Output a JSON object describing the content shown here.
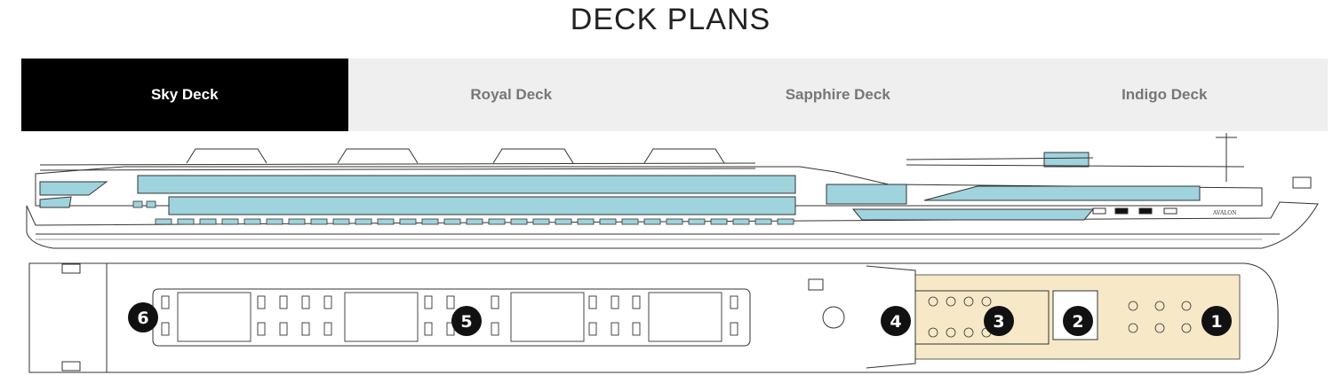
{
  "page": {
    "title": "DECK PLANS"
  },
  "tabs": [
    {
      "label": "Sky Deck",
      "active": true
    },
    {
      "label": "Royal Deck",
      "active": false
    },
    {
      "label": "Sapphire Deck",
      "active": false
    },
    {
      "label": "Indigo Deck",
      "active": false
    }
  ],
  "ship": {
    "name": "AVALON"
  },
  "markers": [
    "6",
    "5",
    "4",
    "3",
    "2",
    "1"
  ],
  "colors": {
    "active_tab": "#000000",
    "tab_background": "#efefef",
    "window_blue": "#9fd3dd",
    "deck_floor": "#f7e9c8",
    "marker": "#111111"
  }
}
